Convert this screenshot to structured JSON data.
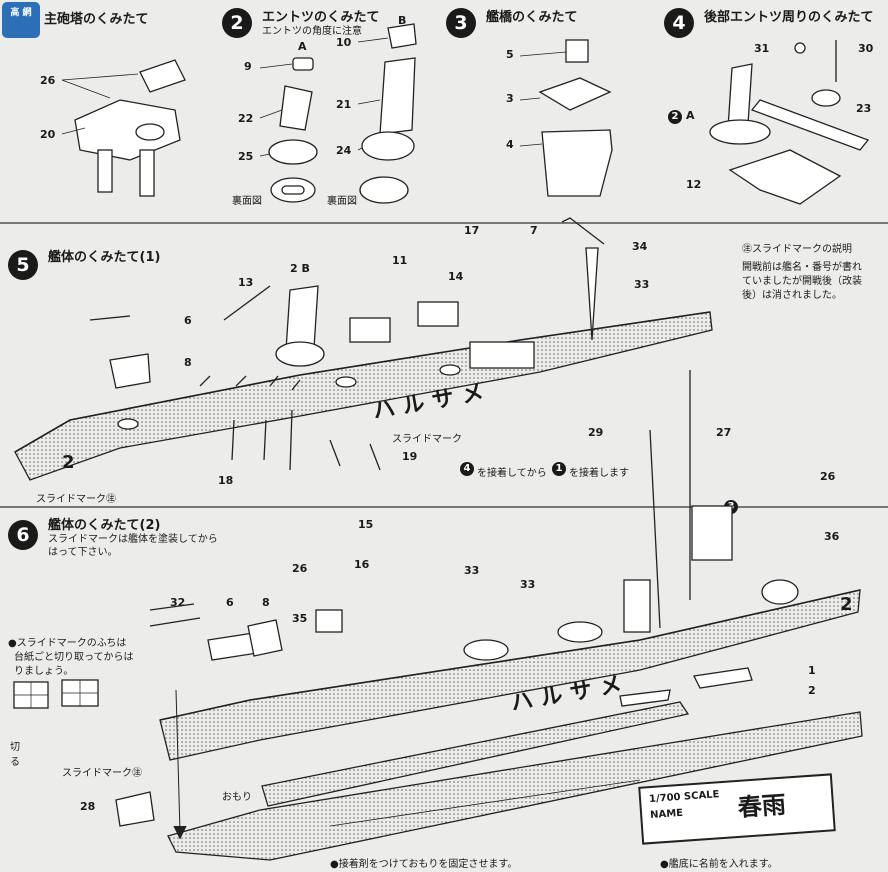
{
  "logo": {
    "text": "高\n網"
  },
  "sections": {
    "s1": {
      "title": "主砲塔のくみたて"
    },
    "s2": {
      "number": "2",
      "title": "エントツのくみたて",
      "note": "エントツの角度に注意",
      "label_a": "A",
      "label_b": "B",
      "back_view": "裏面図"
    },
    "s3": {
      "number": "3",
      "title": "艦橋のくみたて"
    },
    "s4": {
      "number": "4",
      "title": "後部エントツ周りのくみたて",
      "ref_label": "A"
    },
    "s5": {
      "number": "5",
      "title": "艦体のくみたて(1)"
    },
    "s6": {
      "number": "6",
      "title": "艦体のくみたて(2)",
      "note_line1": "スライドマークは艦体を塗装してから",
      "note_line2": "はって下さい。"
    }
  },
  "parts": [
    "26",
    "20",
    "9",
    "10",
    "22",
    "21",
    "25",
    "24",
    "5",
    "3",
    "4",
    "31",
    "30",
    "23",
    "12",
    "17",
    "7",
    "34",
    "14",
    "33",
    "13",
    "6",
    "8",
    "11",
    "18",
    "19",
    "15",
    "16",
    "26",
    "35",
    "32",
    "6",
    "8",
    "29",
    "27",
    "26",
    "36",
    "1",
    "2",
    "28",
    "33",
    "33"
  ],
  "callouts": {
    "slide_note_title": "㊟スライドマークの説明",
    "slide_note_body": [
      "開戦前は艦名・番号が書れ",
      "ていましたが開戦後（改装",
      "後）は消されました。"
    ],
    "slide_mark": "スライドマーク",
    "slide_mark_circled": "スライドマーク㊟",
    "hull_name": "ハルサメ",
    "hull_number": "2",
    "assembly_order_a": "を接着してから",
    "assembly_order_b": "を接着します",
    "order_first": "4",
    "order_second": "1",
    "step_ref_2b": "2 B",
    "step_ref_3": "3",
    "edge_note": [
      "●スライドマークのふちは",
      "台紙ごと切り取ってからは",
      "りましょう。"
    ],
    "cut": "切る",
    "weight": "おもり",
    "glue_weight": "●接着剤をつけておもりを固定させます。",
    "name_note": "●艦底に名前を入れます。",
    "scale": "1/700 SCALE",
    "name_label": "NAME",
    "ship_name": "春雨"
  }
}
